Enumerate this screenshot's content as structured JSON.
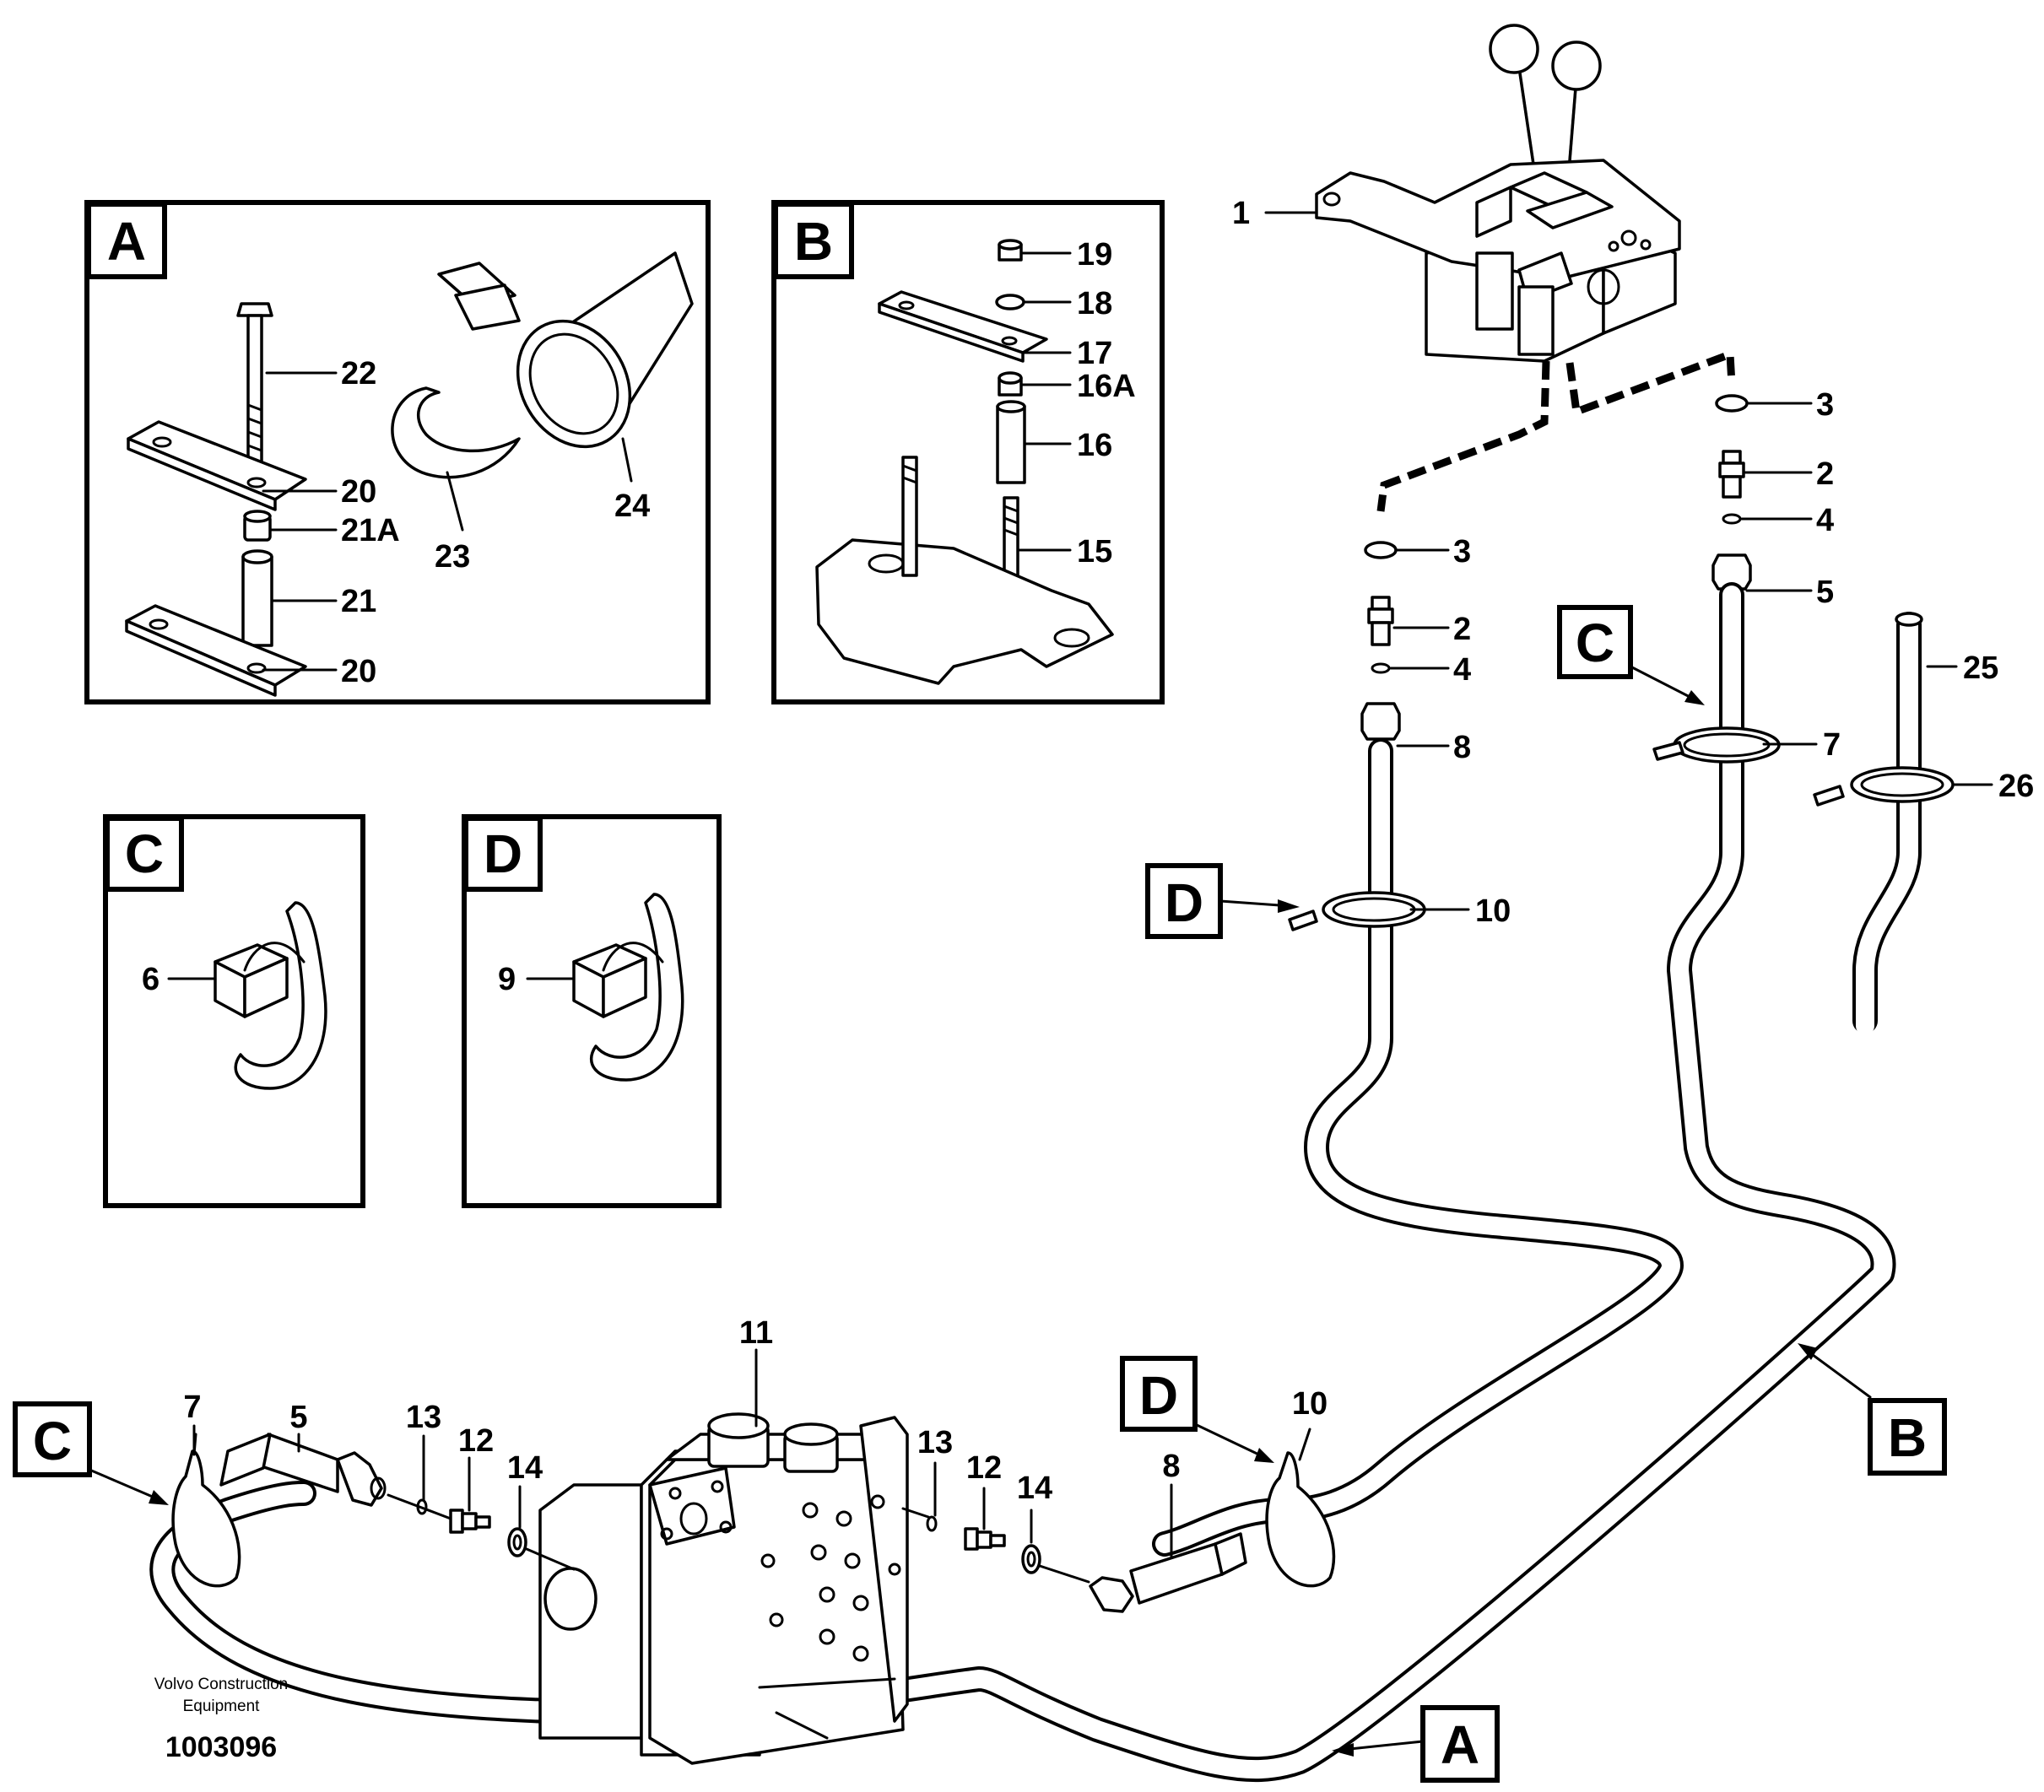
{
  "figure": {
    "credit_line1": "Volvo Construction",
    "credit_line2": "Equipment",
    "catalog_number": "1003096"
  },
  "detail_boxes": {
    "A": "A",
    "B": "B",
    "C": "C",
    "D": "D"
  },
  "callouts": {
    "p1": "1",
    "p2": "2",
    "p3": "3",
    "p4": "4",
    "p5": "5",
    "p6": "6",
    "p7": "7",
    "p8": "8",
    "p9": "9",
    "p10": "10",
    "p11": "11",
    "p12": "12",
    "p13": "13",
    "p14": "14",
    "p15": "15",
    "p16": "16",
    "p16A": "16A",
    "p17": "17",
    "p18": "18",
    "p19": "19",
    "p20": "20",
    "p21": "21",
    "p21A": "21A",
    "p22": "22",
    "p23": "23",
    "p24": "24",
    "p25": "25",
    "p26": "26"
  }
}
